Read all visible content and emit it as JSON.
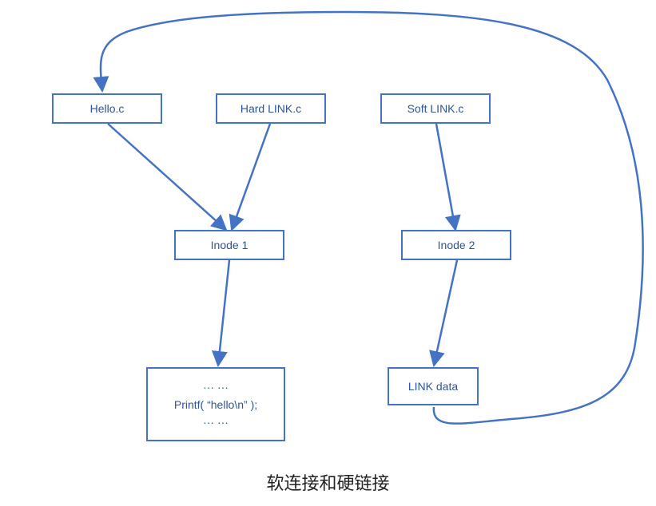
{
  "nodes": {
    "hello": "Hello.c",
    "hard_link": "Hard LINK.c",
    "soft_link": "Soft LINK.c",
    "inode1": "Inode 1",
    "inode2": "Inode 2",
    "link_data": "LINK data",
    "code": {
      "line1": "··· ···",
      "line2": "Printf( “hello\\n” );",
      "line3": "··· ···"
    }
  },
  "caption": "软连接和硬链接",
  "colors": {
    "stroke": "#4472c4",
    "text": "#2f5597"
  }
}
